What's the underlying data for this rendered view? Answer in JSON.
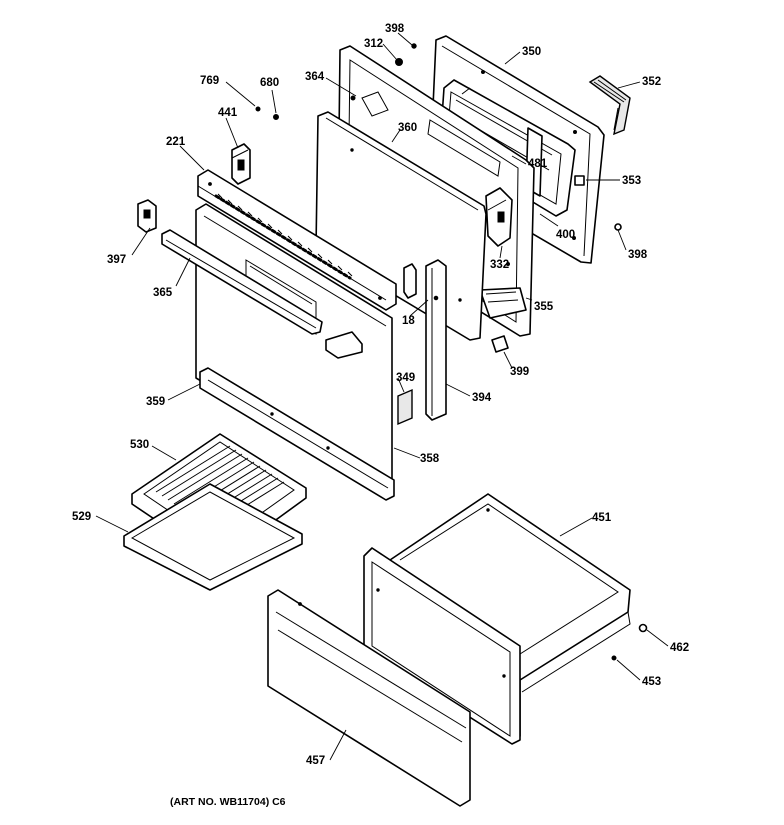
{
  "callouts": [
    {
      "id": "c398a",
      "label": "398"
    },
    {
      "id": "c312",
      "label": "312"
    },
    {
      "id": "c350",
      "label": "350"
    },
    {
      "id": "c769",
      "label": "769"
    },
    {
      "id": "c680",
      "label": "680"
    },
    {
      "id": "c364",
      "label": "364"
    },
    {
      "id": "c352",
      "label": "352"
    },
    {
      "id": "c441",
      "label": "441"
    },
    {
      "id": "c360",
      "label": "360"
    },
    {
      "id": "c221",
      "label": "221"
    },
    {
      "id": "c481",
      "label": "481"
    },
    {
      "id": "c353",
      "label": "353"
    },
    {
      "id": "c397",
      "label": "397"
    },
    {
      "id": "c400",
      "label": "400"
    },
    {
      "id": "c398b",
      "label": "398"
    },
    {
      "id": "c332",
      "label": "332"
    },
    {
      "id": "c365",
      "label": "365"
    },
    {
      "id": "c18",
      "label": "18"
    },
    {
      "id": "c355",
      "label": "355"
    },
    {
      "id": "c399",
      "label": "399"
    },
    {
      "id": "c349",
      "label": "349"
    },
    {
      "id": "c359",
      "label": "359"
    },
    {
      "id": "c394",
      "label": "394"
    },
    {
      "id": "c358",
      "label": "358"
    },
    {
      "id": "c530",
      "label": "530"
    },
    {
      "id": "c451",
      "label": "451"
    },
    {
      "id": "c529",
      "label": "529"
    },
    {
      "id": "c462",
      "label": "462"
    },
    {
      "id": "c453",
      "label": "453"
    },
    {
      "id": "c457",
      "label": "457"
    }
  ],
  "art_number": "(ART NO. WB11704) C6"
}
